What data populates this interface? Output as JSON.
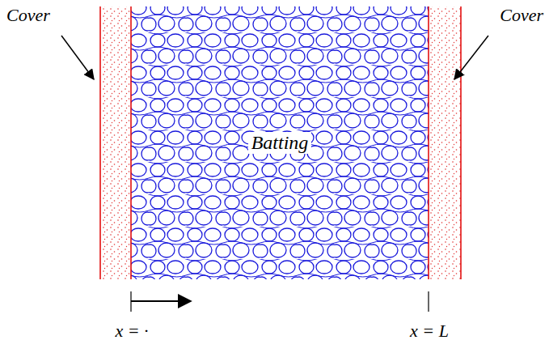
{
  "diagram": {
    "nodes": [
      {
        "text": [
          "Batting"
        ]
      }
    ],
    "labels": [
      "Cover",
      "Cover",
      "x = ·",
      "x = L"
    ]
  }
}
